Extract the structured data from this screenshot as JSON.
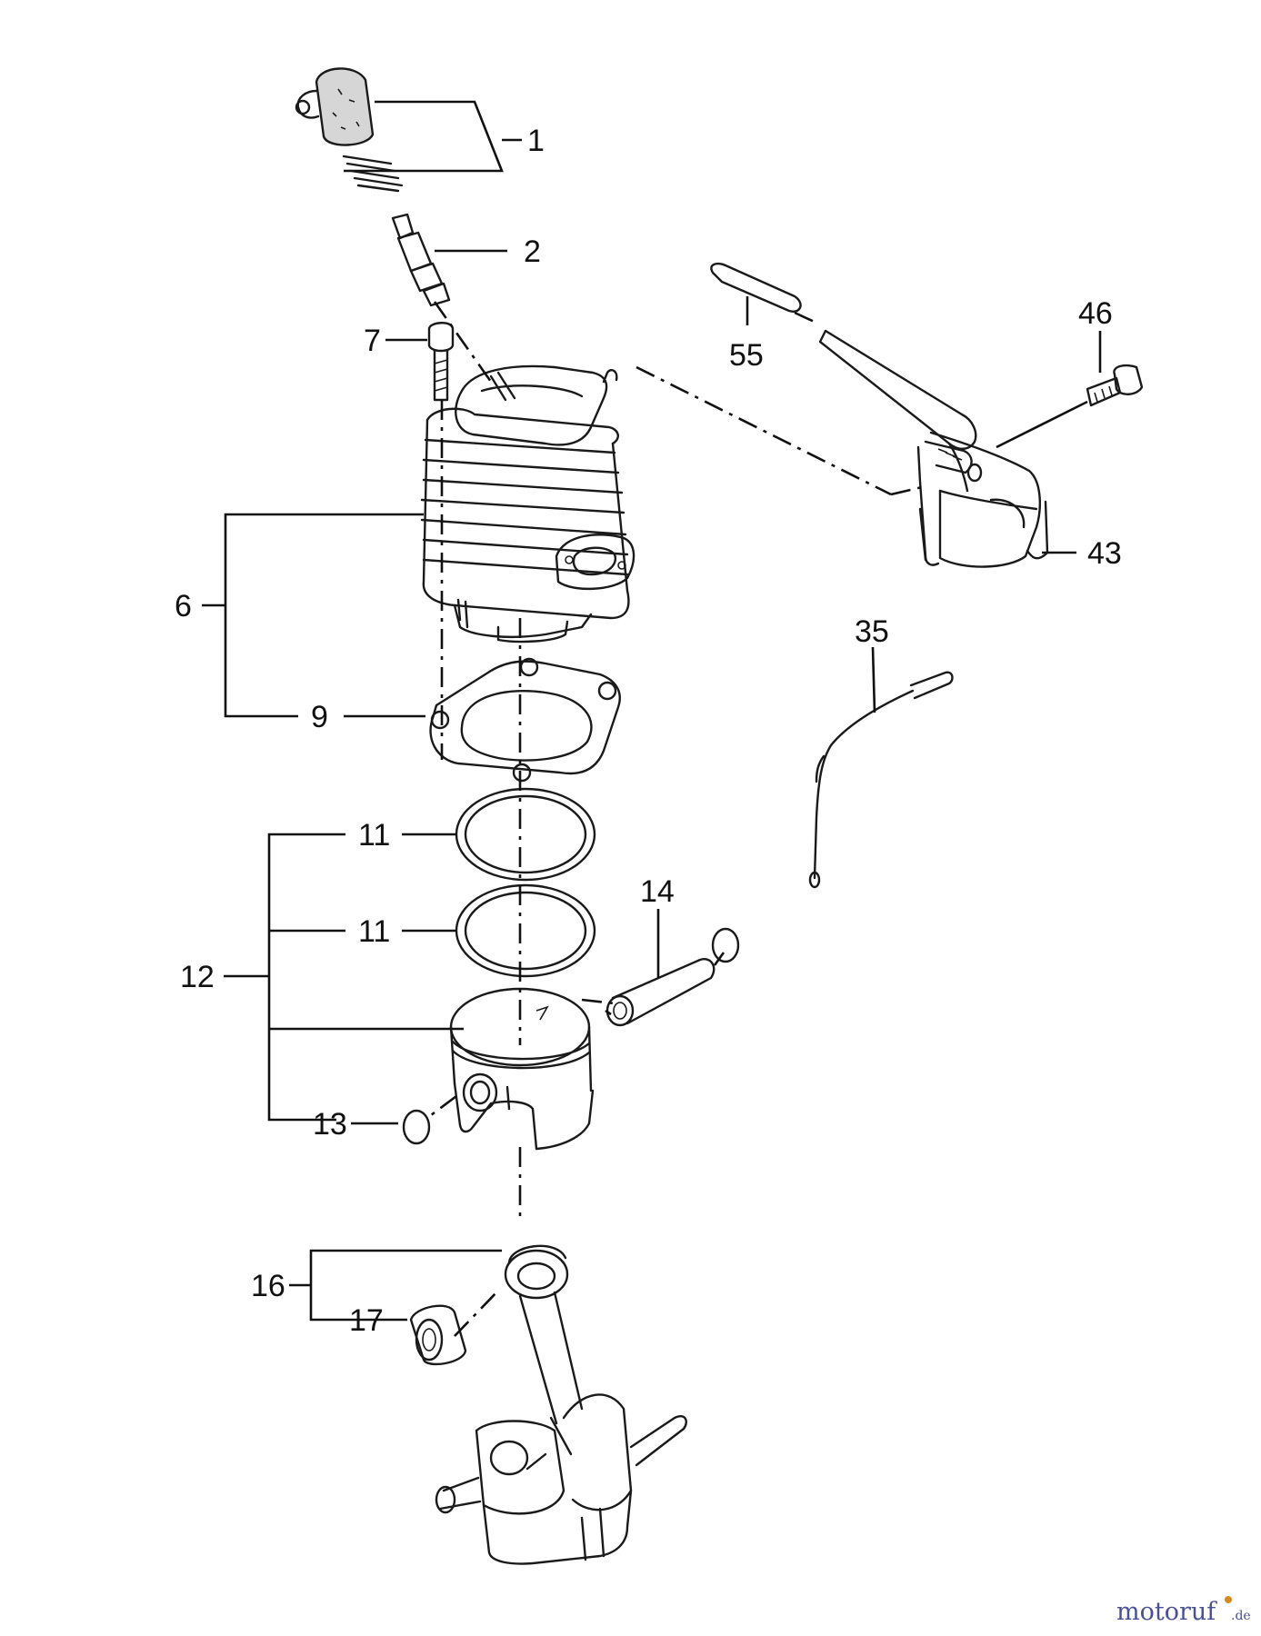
{
  "parts": [
    {
      "id": "p1",
      "number": "1"
    },
    {
      "id": "p2",
      "number": "2"
    },
    {
      "id": "p6",
      "number": "6"
    },
    {
      "id": "p7",
      "number": "7"
    },
    {
      "id": "p9",
      "number": "9"
    },
    {
      "id": "p11a",
      "number": "11"
    },
    {
      "id": "p11b",
      "number": "11"
    },
    {
      "id": "p12",
      "number": "12"
    },
    {
      "id": "p13",
      "number": "13"
    },
    {
      "id": "p14",
      "number": "14"
    },
    {
      "id": "p16",
      "number": "16"
    },
    {
      "id": "p17",
      "number": "17"
    },
    {
      "id": "p35",
      "number": "35"
    },
    {
      "id": "p43",
      "number": "43"
    },
    {
      "id": "p46",
      "number": "46"
    },
    {
      "id": "p55",
      "number": "55"
    }
  ],
  "watermark": {
    "brand": "motoruf",
    "tld": ".de",
    "brand_color": "#4a4f9a",
    "accent_color": "#d98a1e"
  }
}
